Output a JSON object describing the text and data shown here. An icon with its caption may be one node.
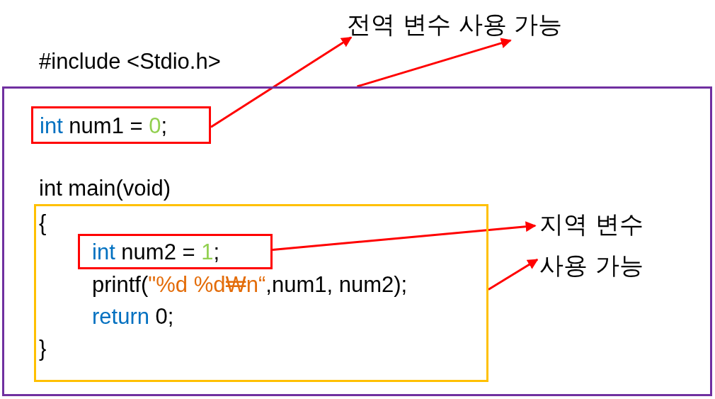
{
  "diagram": {
    "nodes": [
      {
        "text": [
          "전역 변수 사용 가능"
        ]
      },
      {
        "text": [
          "int main(void)"
        ]
      },
      {
        "text": [
          "int num1 = 0;"
        ],
        "in": 1
      },
      {
        "text": [
          "{",
          "printf(\"%d %d₩n“,num1, num2);",
          "return 0;",
          "}"
        ],
        "in": 1
      },
      {
        "text": [
          "int num2 = 1;"
        ],
        "in": 3
      },
      {
        "text": [
          "지역 변수"
        ],
        "in": 1
      },
      {
        "text": [
          "사용 가능"
        ],
        "in": 1
      }
    ],
    "edges": [
      {
        "from": 2,
        "to": 0,
        "arrow": "to"
      },
      {
        "from": 1,
        "to": 0,
        "arrow": "to"
      },
      {
        "from": 4,
        "to": 5,
        "arrow": "to"
      },
      {
        "from": 3,
        "to": 6,
        "arrow": "to"
      }
    ],
    "labels": [
      "#include <Stdio.h>"
    ]
  }
}
